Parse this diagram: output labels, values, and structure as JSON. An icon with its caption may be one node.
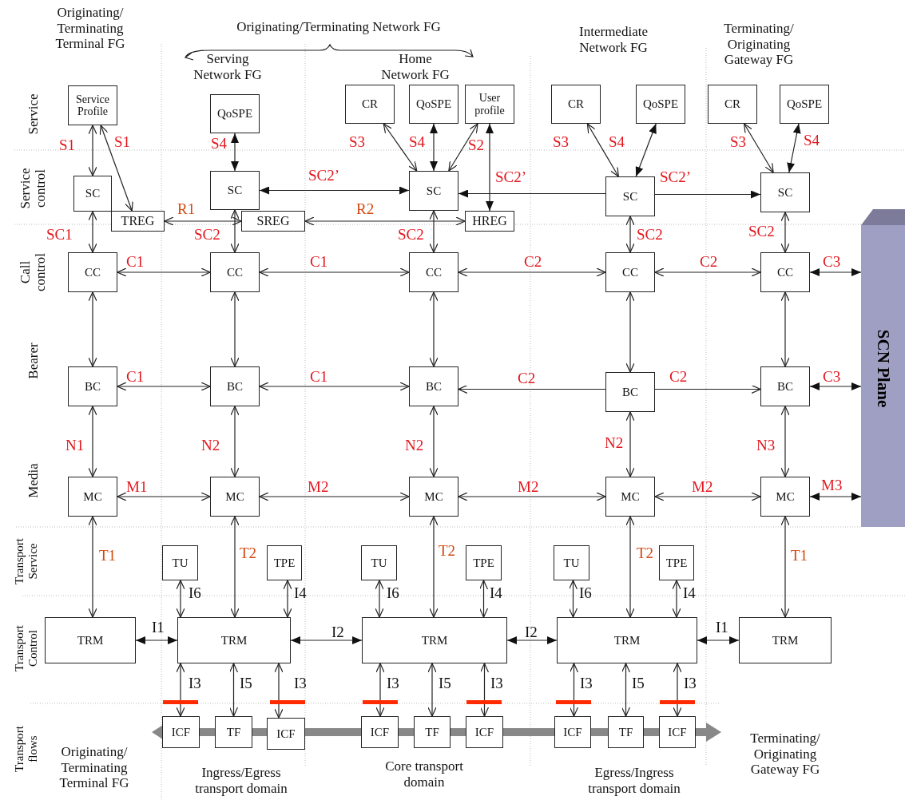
{
  "diagram": {
    "nodes": [
      {
        "text": [
          "Service Profile"
        ]
      },
      {
        "text": [
          "QoSPE"
        ]
      },
      {
        "text": [
          "CR"
        ]
      },
      {
        "text": [
          "QoSPE"
        ]
      },
      {
        "text": [
          "User profile"
        ]
      },
      {
        "text": [
          "CR"
        ]
      },
      {
        "text": [
          "QoSPE"
        ]
      },
      {
        "text": [
          "CR"
        ]
      },
      {
        "text": [
          "QoSPE"
        ]
      },
      {
        "text": [
          "SC"
        ]
      },
      {
        "text": [
          "TREG"
        ]
      },
      {
        "text": [
          "SC"
        ]
      },
      {
        "text": [
          "SREG"
        ]
      },
      {
        "text": [
          "SC"
        ]
      },
      {
        "text": [
          "HREG"
        ]
      },
      {
        "text": [
          "SC"
        ]
      },
      {
        "text": [
          "SC"
        ]
      },
      {
        "text": [
          "CC"
        ]
      },
      {
        "text": [
          "CC"
        ]
      },
      {
        "text": [
          "CC"
        ]
      },
      {
        "text": [
          "CC"
        ]
      },
      {
        "text": [
          "CC"
        ]
      },
      {
        "text": [
          "BC"
        ]
      },
      {
        "text": [
          "BC"
        ]
      },
      {
        "text": [
          "BC"
        ]
      },
      {
        "text": [
          "BC"
        ]
      },
      {
        "text": [
          "BC"
        ]
      },
      {
        "text": [
          "MC"
        ]
      },
      {
        "text": [
          "MC"
        ]
      },
      {
        "text": [
          "MC"
        ]
      },
      {
        "text": [
          "MC"
        ]
      },
      {
        "text": [
          "MC"
        ]
      },
      {
        "text": [
          "TU"
        ]
      },
      {
        "text": [
          "TPE"
        ]
      },
      {
        "text": [
          "TU"
        ]
      },
      {
        "text": [
          "TPE"
        ]
      },
      {
        "text": [
          "TU"
        ]
      },
      {
        "text": [
          "TPE"
        ]
      },
      {
        "text": [
          "TRM"
        ]
      },
      {
        "text": [
          "TRM"
        ]
      },
      {
        "text": [
          "TRM"
        ]
      },
      {
        "text": [
          "TRM"
        ]
      },
      {
        "text": [
          "TRM"
        ]
      },
      {
        "text": [
          "ICF"
        ]
      },
      {
        "text": [
          "TF"
        ]
      },
      {
        "text": [
          "ICF"
        ]
      },
      {
        "text": [
          "ICF"
        ]
      },
      {
        "text": [
          "TF"
        ]
      },
      {
        "text": [
          "ICF"
        ]
      },
      {
        "text": [
          "ICF"
        ]
      },
      {
        "text": [
          "TF"
        ]
      },
      {
        "text": [
          "ICF"
        ]
      },
      {
        "text": [
          "SCN Plane"
        ]
      }
    ],
    "edges": [
      {
        "from": 0,
        "to": 9,
        "arrow": "both",
        "label": "S1"
      },
      {
        "from": 0,
        "to": 10,
        "arrow": "both",
        "label": "S1"
      },
      {
        "from": 1,
        "to": 11,
        "arrow": "both",
        "label": "S4"
      },
      {
        "from": 2,
        "to": 13,
        "arrow": "both",
        "label": "S3"
      },
      {
        "from": 3,
        "to": 13,
        "arrow": "both",
        "label": "S4"
      },
      {
        "from": 4,
        "to": 13,
        "arrow": "both",
        "label": "S2"
      },
      {
        "from": 4,
        "to": 14,
        "arrow": "both",
        "label": "SC2’"
      },
      {
        "from": 11,
        "to": 13,
        "arrow": "both",
        "label": "SC2’"
      },
      {
        "from": 15,
        "to": 13,
        "arrow": "to"
      },
      {
        "from": 15,
        "to": 16,
        "arrow": "to",
        "label": "SC2’"
      },
      {
        "from": 10,
        "to": 12,
        "arrow": "both",
        "label": "R1"
      },
      {
        "from": 12,
        "to": 14,
        "arrow": "both",
        "label": "R2"
      },
      {
        "from": 9,
        "to": 17,
        "arrow": "both",
        "label": "SC1"
      },
      {
        "from": 11,
        "to": 18,
        "arrow": "both",
        "label": "SC2"
      },
      {
        "from": 13,
        "to": 19,
        "arrow": "both",
        "label": "SC2"
      },
      {
        "from": 15,
        "to": 20,
        "arrow": "both",
        "label": "SC2"
      },
      {
        "from": 16,
        "to": 21,
        "arrow": "both",
        "label": "SC2"
      },
      {
        "from": 5,
        "to": 15,
        "arrow": "both",
        "label": "S3"
      },
      {
        "from": 6,
        "to": 15,
        "arrow": "both",
        "label": "S4"
      },
      {
        "from": 7,
        "to": 16,
        "arrow": "both",
        "label": "S3"
      },
      {
        "from": 8,
        "to": 16,
        "arrow": "both",
        "label": "S4"
      },
      {
        "from": 17,
        "to": 18,
        "arrow": "both",
        "label": "C1"
      },
      {
        "from": 18,
        "to": 19,
        "arrow": "both",
        "label": "C1"
      },
      {
        "from": 19,
        "to": 20,
        "arrow": "both",
        "label": "C2"
      },
      {
        "from": 20,
        "to": 21,
        "arrow": "both",
        "label": "C2"
      },
      {
        "from": 21,
        "to": 52,
        "arrow": "both",
        "label": "C3"
      },
      {
        "from": 17,
        "to": 22,
        "arrow": "both"
      },
      {
        "from": 18,
        "to": 23,
        "arrow": "both"
      },
      {
        "from": 19,
        "to": 24,
        "arrow": "both"
      },
      {
        "from": 20,
        "to": 25,
        "arrow": "both"
      },
      {
        "from": 21,
        "to": 26,
        "arrow": "both"
      },
      {
        "from": 22,
        "to": 23,
        "arrow": "both",
        "label": "C1"
      },
      {
        "from": 23,
        "to": 24,
        "arrow": "both",
        "label": "C1"
      },
      {
        "from": 25,
        "to": 24,
        "arrow": "to",
        "label": "C2"
      },
      {
        "from": 25,
        "to": 26,
        "arrow": "to",
        "label": "C2"
      },
      {
        "from": 26,
        "to": 52,
        "arrow": "both",
        "label": "C3"
      },
      {
        "from": 22,
        "to": 27,
        "arrow": "both",
        "label": "N1"
      },
      {
        "from": 23,
        "to": 28,
        "arrow": "both",
        "label": "N2"
      },
      {
        "from": 24,
        "to": 29,
        "arrow": "both",
        "label": "N2"
      },
      {
        "from": 25,
        "to": 30,
        "arrow": "both",
        "label": "N2"
      },
      {
        "from": 26,
        "to": 31,
        "arrow": "both",
        "label": "N3"
      },
      {
        "from": 27,
        "to": 28,
        "arrow": "both",
        "label": "M1"
      },
      {
        "from": 28,
        "to": 29,
        "arrow": "both",
        "label": "M2"
      },
      {
        "from": 29,
        "to": 30,
        "arrow": "both",
        "label": "M2"
      },
      {
        "from": 30,
        "to": 31,
        "arrow": "both",
        "label": "M2"
      },
      {
        "from": 31,
        "to": 52,
        "arrow": "both",
        "label": "M3"
      },
      {
        "from": 27,
        "to": 38,
        "arrow": "both",
        "label": "T1"
      },
      {
        "from": 28,
        "to": 39,
        "arrow": "both",
        "label": "T2"
      },
      {
        "from": 29,
        "to": 40,
        "arrow": "both",
        "label": "T2"
      },
      {
        "from": 30,
        "to": 41,
        "arrow": "both",
        "label": "T2"
      },
      {
        "from": 31,
        "to": 42,
        "arrow": "both",
        "label": "T1"
      },
      {
        "from": 32,
        "to": 39,
        "arrow": "both",
        "label": "I6"
      },
      {
        "from": 33,
        "to": 39,
        "arrow": "both",
        "label": "I4"
      },
      {
        "from": 34,
        "to": 40,
        "arrow": "both",
        "label": "I6"
      },
      {
        "from": 35,
        "to": 40,
        "arrow": "both",
        "label": "I4"
      },
      {
        "from": 36,
        "to": 41,
        "arrow": "both",
        "label": "I6"
      },
      {
        "from": 37,
        "to": 41,
        "arrow": "both",
        "label": "I4"
      },
      {
        "from": 38,
        "to": 39,
        "arrow": "both",
        "label": "I1"
      },
      {
        "from": 39,
        "to": 40,
        "arrow": "both",
        "label": "I2"
      },
      {
        "from": 40,
        "to": 41,
        "arrow": "both",
        "label": "I2"
      },
      {
        "from": 41,
        "to": 42,
        "arrow": "both",
        "label": "I1"
      },
      {
        "from": 39,
        "to": 43,
        "arrow": "both",
        "label": "I3"
      },
      {
        "from": 39,
        "to": 44,
        "arrow": "both",
        "label": "I5"
      },
      {
        "from": 39,
        "to": 45,
        "arrow": "both",
        "label": "I3"
      },
      {
        "from": 40,
        "to": 46,
        "arrow": "both",
        "label": "I3"
      },
      {
        "from": 40,
        "to": 47,
        "arrow": "both",
        "label": "I5"
      },
      {
        "from": 40,
        "to": 48,
        "arrow": "both",
        "label": "I3"
      },
      {
        "from": 41,
        "to": 49,
        "arrow": "both",
        "label": "I3"
      },
      {
        "from": 41,
        "to": 50,
        "arrow": "both",
        "label": "I5"
      },
      {
        "from": 41,
        "to": 51,
        "arrow": "both",
        "label": "I3"
      }
    ],
    "labels": [
      "Originating/ Terminating Terminal FG",
      "Originating/Terminating Network FG",
      "Serving Network FG",
      "Home Network FG",
      "Intermediate Network FG",
      "Terminating/ Originating Gateway FG",
      "Service",
      "Service control",
      "Call control",
      "Bearer",
      "Media",
      "Transport Service",
      "Transport Control",
      "Transport flows",
      "Originating/ Terminating Terminal FG",
      "Ingress/Egress transport domain",
      "Core transport domain",
      "Egress/Ingress transport domain",
      "Terminating/ Originating Gateway FG"
    ]
  }
}
